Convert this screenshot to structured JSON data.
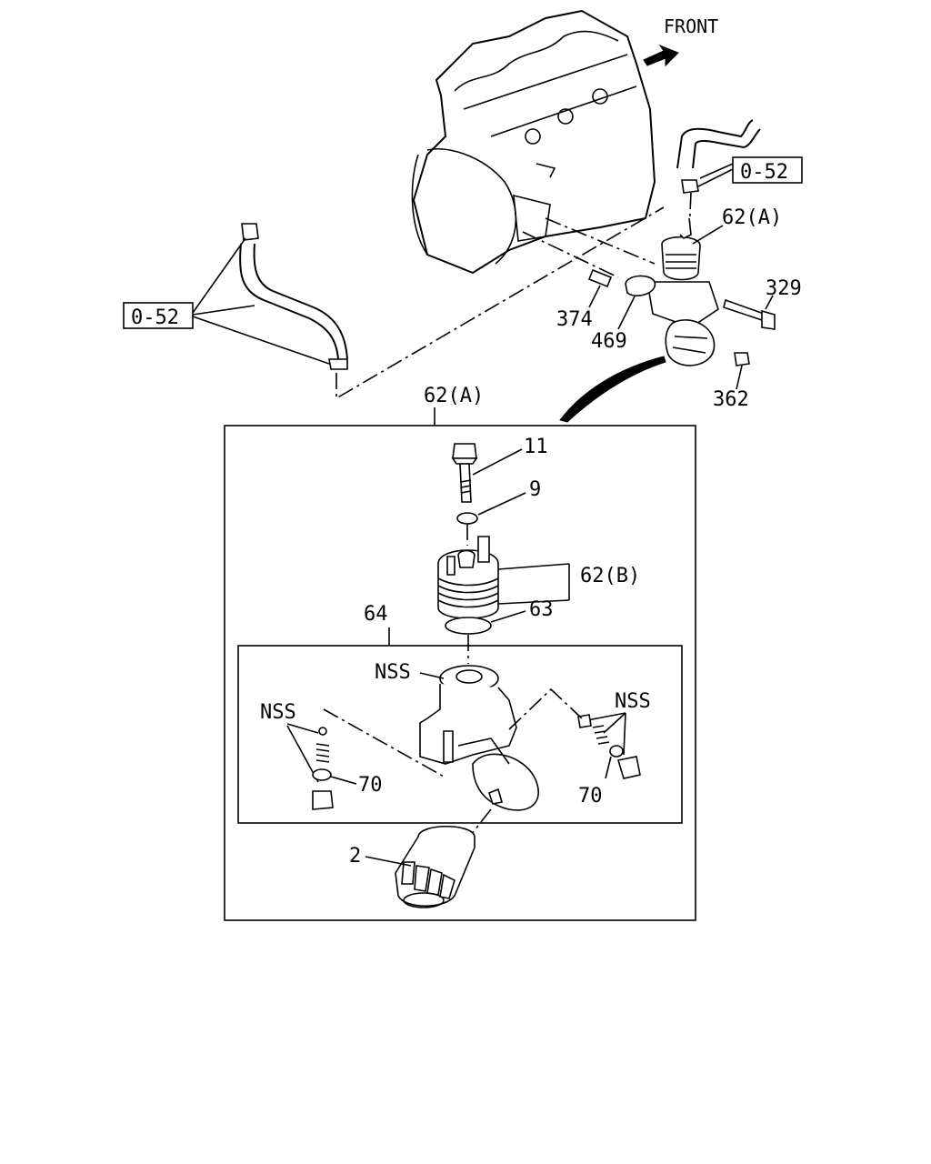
{
  "direction": {
    "label": "FRONT"
  },
  "labels": {
    "ref_upper_right": "0-52",
    "ref_left": "0-52",
    "part_62a_top": "62(A)",
    "part_329": "329",
    "part_374": "374",
    "part_469": "469",
    "part_362": "362",
    "part_62a_box": "62(A)",
    "part_11": "11",
    "part_9": "9",
    "part_62b": "62(B)",
    "part_63": "63",
    "part_64": "64",
    "nss_center": "NSS",
    "nss_left": "NSS",
    "nss_right": "NSS",
    "part_70_left": "70",
    "part_70_right": "70",
    "part_2": "2"
  }
}
